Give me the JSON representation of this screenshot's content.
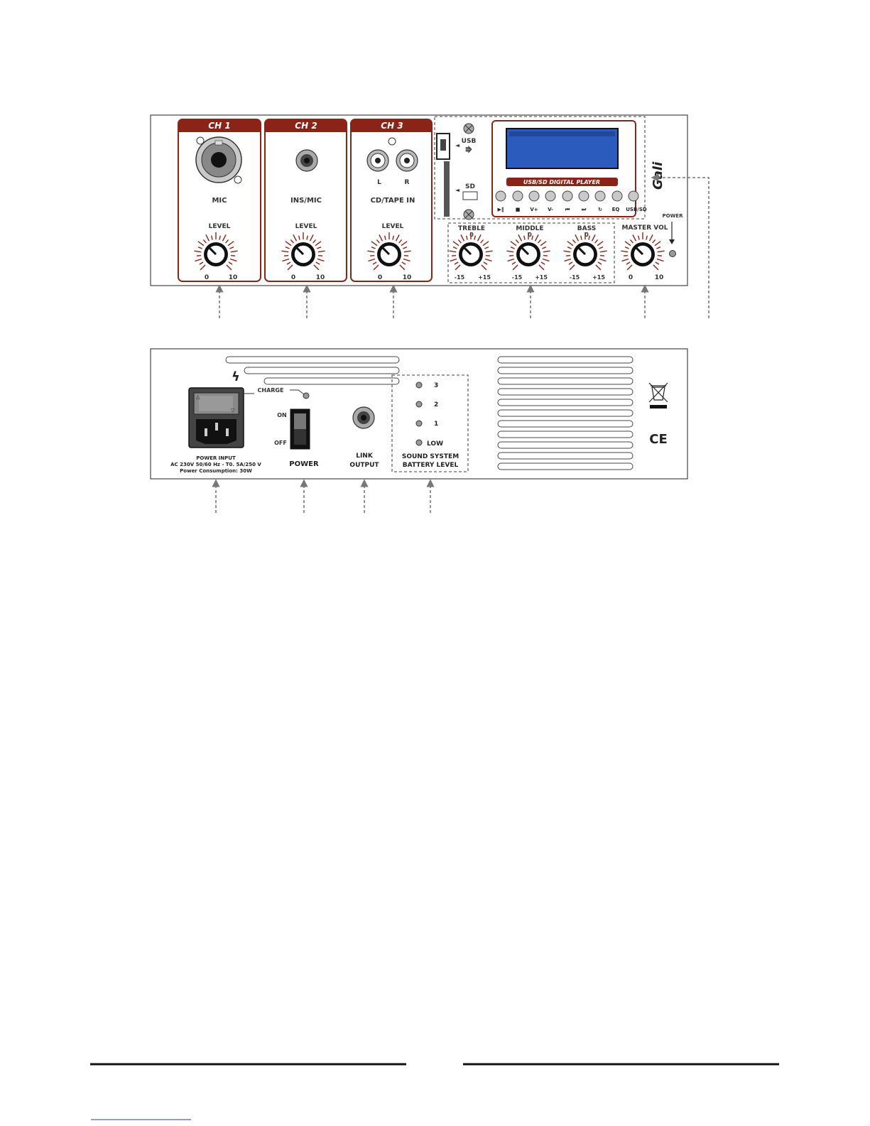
{
  "colors": {
    "accent_red": "#8b2418",
    "lcd_blue": "#2a5bbd",
    "panel_stroke": "#333333",
    "dark": "#1a1a1a"
  },
  "front_panel": {
    "channels": [
      {
        "title": "CH 1",
        "input_label": "MIC",
        "level_label": "LEVEL",
        "scale_min": "0",
        "scale_max": "10"
      },
      {
        "title": "CH 2",
        "input_label": "INS/MIC",
        "level_label": "LEVEL",
        "scale_min": "0",
        "scale_max": "10"
      },
      {
        "title": "CH 3",
        "input_label": "CD/TAPE  IN",
        "level_label": "LEVEL",
        "scale_min": "0",
        "scale_max": "10",
        "rca_left": "L",
        "rca_right": "R"
      }
    ],
    "player": {
      "usb_label": "USB",
      "sd_label": "SD",
      "title_strip": "USB/SD DIGITAL PLAYER",
      "button_labels": [
        "▶‖",
        "■",
        "V+",
        "V-",
        "⏮",
        "⏭",
        "↻",
        "EQ",
        "USB/SD"
      ]
    },
    "eq": {
      "knobs": [
        {
          "label": "TREBLE",
          "center": "0",
          "min": "-15",
          "max": "+15"
        },
        {
          "label": "MIDDLE",
          "center": "0",
          "min": "-15",
          "max": "+15"
        },
        {
          "label": "BASS",
          "center": "0",
          "min": "-15",
          "max": "+15"
        }
      ]
    },
    "master": {
      "label": "MASTER VOL",
      "scale_min": "0",
      "scale_max": "10"
    },
    "power_led_label": "POWER",
    "brand": "Gali"
  },
  "rear_panel": {
    "power_input_lines": [
      "POWER INPUT",
      "AC 230V 50/60 Hz - T0. 5A/250 V",
      "Power Consumption: 30W"
    ],
    "charge_label": "CHARGE",
    "switch_on": "ON",
    "switch_off": "OFF",
    "power_label": "POWER",
    "link_output_line1": "LINK",
    "link_output_line2": "OUTPUT",
    "battery_levels": [
      "3",
      "2",
      "1",
      "LOW"
    ],
    "battery_title_line1": "SOUND SYSTEM",
    "battery_title_line2": "BATTERY LEVEL",
    "ce_mark": "CE"
  }
}
